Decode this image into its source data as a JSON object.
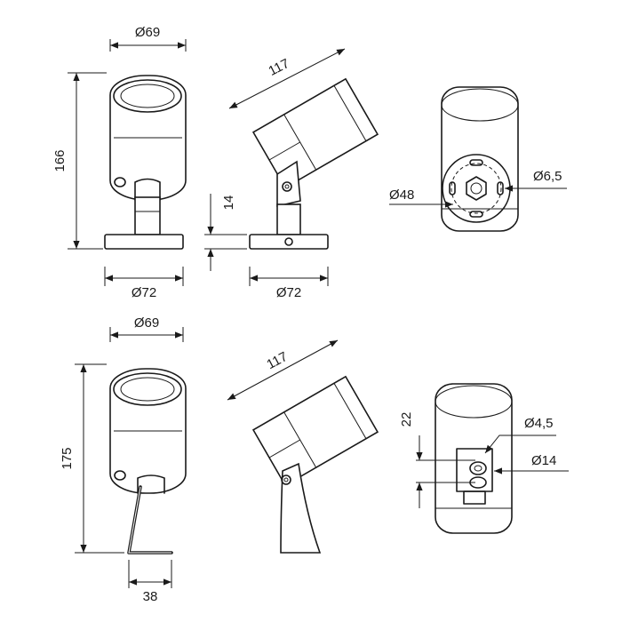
{
  "dimensions": {
    "top_left_width": "Ø69",
    "top_left_height": "166",
    "top_left_base": "Ø72",
    "top_middle_length": "117",
    "top_middle_base_thickness": "14",
    "top_middle_base": "Ø72",
    "top_right_hole": "Ø6,5",
    "top_right_circle": "Ø48",
    "bottom_left_width": "Ø69",
    "bottom_left_height": "175",
    "bottom_left_foot": "38",
    "bottom_middle_length": "117",
    "bottom_right_height": "22",
    "bottom_right_hole": "Ø4,5",
    "bottom_right_circle": "Ø14"
  }
}
